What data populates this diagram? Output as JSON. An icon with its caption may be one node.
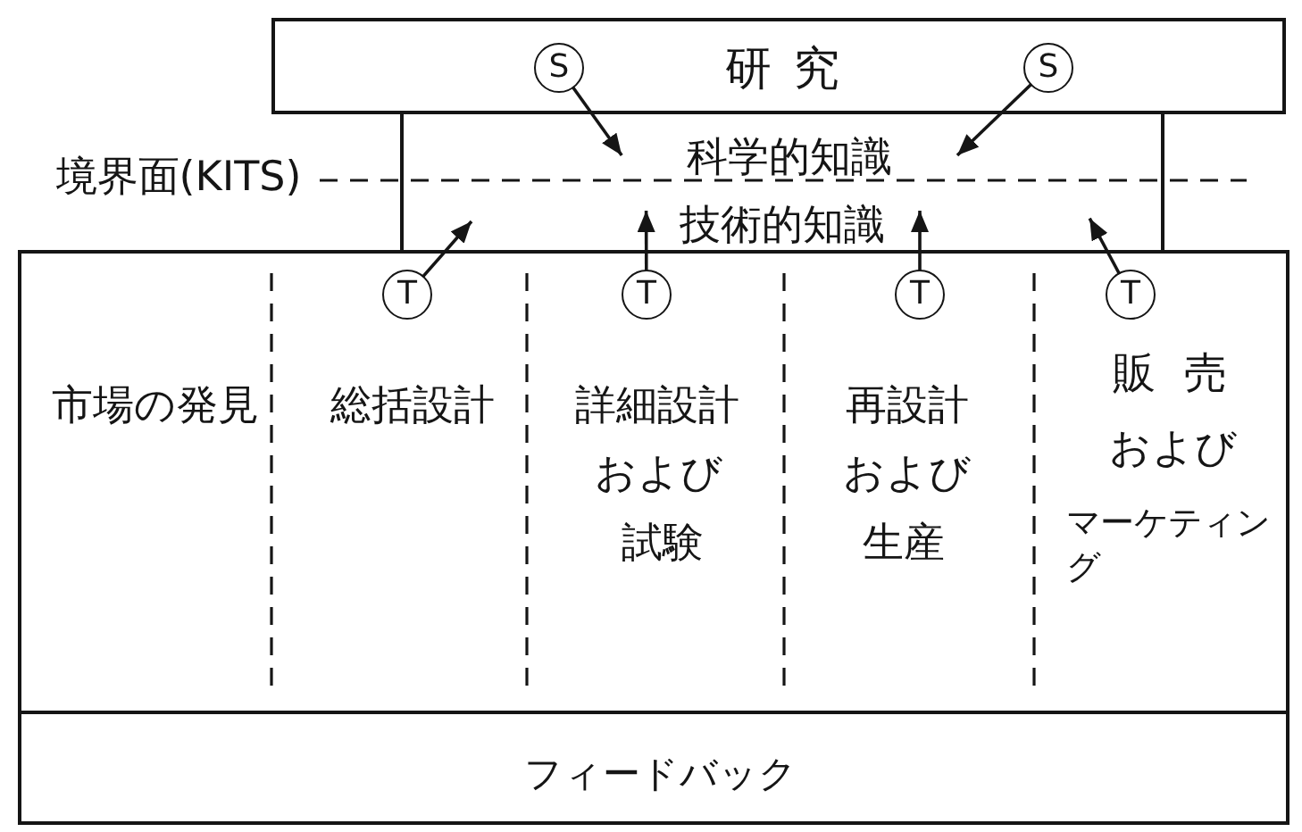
{
  "diagram": {
    "nodes": [
      {
        "text": [
          "研究"
        ]
      },
      {
        "text": [
          "S"
        ],
        "in": 0
      },
      {
        "text": [
          "S"
        ],
        "in": 0
      },
      {
        "text": [
          "科学的知識"
        ]
      },
      {
        "text": [
          "技術的知識"
        ]
      },
      {
        "text": [],
        "shape": "box"
      },
      {
        "text": [
          "市場の発見"
        ],
        "in": 5
      },
      {
        "text": [
          "総括設計"
        ],
        "in": 5
      },
      {
        "text": [
          "T"
        ],
        "in": 7
      },
      {
        "text": [
          "詳細設計",
          "および",
          "試験"
        ],
        "in": 5
      },
      {
        "text": [
          "T"
        ],
        "in": 9
      },
      {
        "text": [
          "再設計",
          "および",
          "生産"
        ],
        "in": 5
      },
      {
        "text": [
          "T"
        ],
        "in": 11
      },
      {
        "text": [
          "販売",
          "および",
          "マーケティング"
        ],
        "in": 5
      },
      {
        "text": [
          "T"
        ],
        "in": 13
      },
      {
        "text": [
          "フィードバック"
        ]
      }
    ],
    "edges": [
      {
        "from": 1,
        "to": 3,
        "arrow": "to"
      },
      {
        "from": 2,
        "to": 3,
        "arrow": "to"
      },
      {
        "from": 8,
        "to": 4,
        "arrow": "to"
      },
      {
        "from": 10,
        "to": 4,
        "arrow": "to"
      },
      {
        "from": 12,
        "to": 4,
        "arrow": "to"
      },
      {
        "from": 14,
        "to": 4,
        "arrow": "to"
      }
    ],
    "labels": [
      "境界面(KITS)"
    ]
  }
}
